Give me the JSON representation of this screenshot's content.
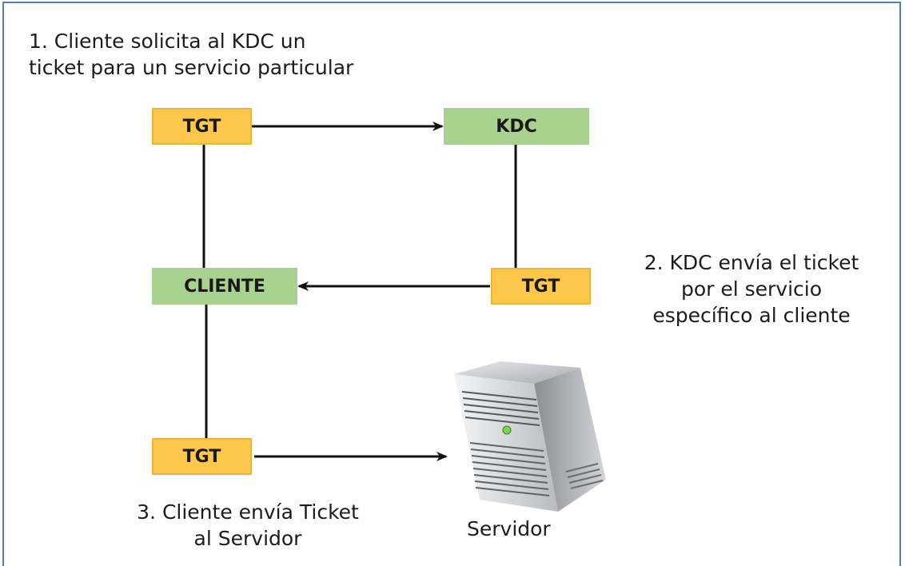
{
  "colors": {
    "ticket_fill": "#fdc84a",
    "entity_fill": "#a8d28e",
    "frame_border": "#4f7fc4",
    "line": "#111111"
  },
  "nodes": {
    "tgt_top": "TGT",
    "kdc": "KDC",
    "cliente": "CLIENTE",
    "tgt_right": "TGT",
    "tgt_bottom": "TGT"
  },
  "steps": {
    "step1": [
      "1. Cliente solicita al KDC un",
      "ticket para un servicio particular"
    ],
    "step2": [
      "2. KDC envía el ticket",
      "por el servicio",
      "específico al cliente"
    ],
    "step3": [
      "3. Cliente envía Ticket",
      "al Servidor"
    ]
  },
  "server": {
    "icon": "server-tower-icon",
    "label": "Servidor"
  }
}
